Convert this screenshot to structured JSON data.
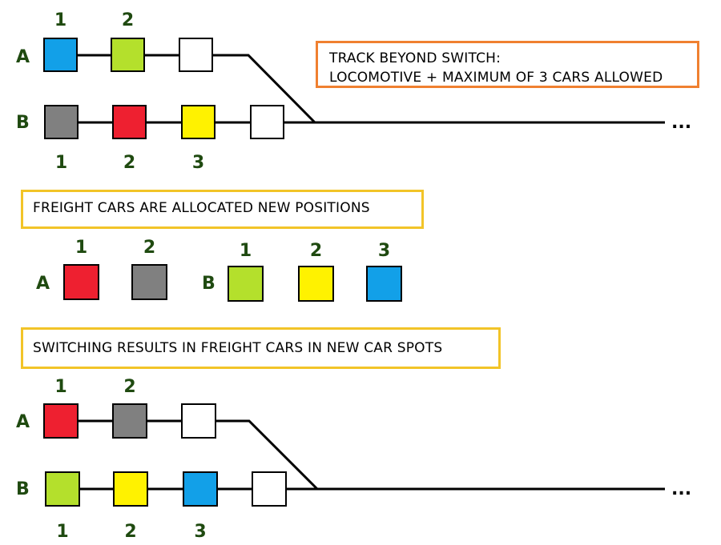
{
  "colors": {
    "blue": "#12a0e8",
    "green": "#b4e02c",
    "gray": "#808080",
    "red": "#ee2030",
    "yellow": "#fff200",
    "empty": "#ffffff",
    "label_text": "#1f4a10",
    "orange_frame": "#f08030",
    "yellow_frame": "#f2c428"
  },
  "track_note": {
    "line1": "TRACK BEYOND SWITCH:",
    "line2": "LOCOMOTIVE + MAXIMUM OF 3 CARS ALLOWED"
  },
  "section2_title": "FREIGHT CARS ARE ALLOCATED NEW POSITIONS",
  "section3_title": "SWITCHING RESULTS IN FREIGHT CARS IN NEW CAR SPOTS",
  "continuation": "...",
  "top_yard": {
    "track_a": {
      "label": "A",
      "cars": [
        "blue",
        "green",
        "empty"
      ],
      "spot_labels": [
        "1",
        "2"
      ]
    },
    "track_b": {
      "label": "B",
      "cars": [
        "gray",
        "red",
        "yellow",
        "empty"
      ],
      "spot_labels": [
        "1",
        "2",
        "3"
      ]
    }
  },
  "allocation": {
    "track_a": {
      "label": "A",
      "cars": [
        "red",
        "gray"
      ],
      "spot_labels": [
        "1",
        "2"
      ]
    },
    "track_b": {
      "label": "B",
      "cars": [
        "green",
        "yellow",
        "blue"
      ],
      "spot_labels": [
        "1",
        "2",
        "3"
      ]
    }
  },
  "bottom_yard": {
    "track_a": {
      "label": "A",
      "cars": [
        "red",
        "gray",
        "empty"
      ],
      "spot_labels": [
        "1",
        "2"
      ]
    },
    "track_b": {
      "label": "B",
      "cars": [
        "green",
        "yellow",
        "blue",
        "empty"
      ],
      "spot_labels": [
        "1",
        "2",
        "3"
      ]
    }
  }
}
